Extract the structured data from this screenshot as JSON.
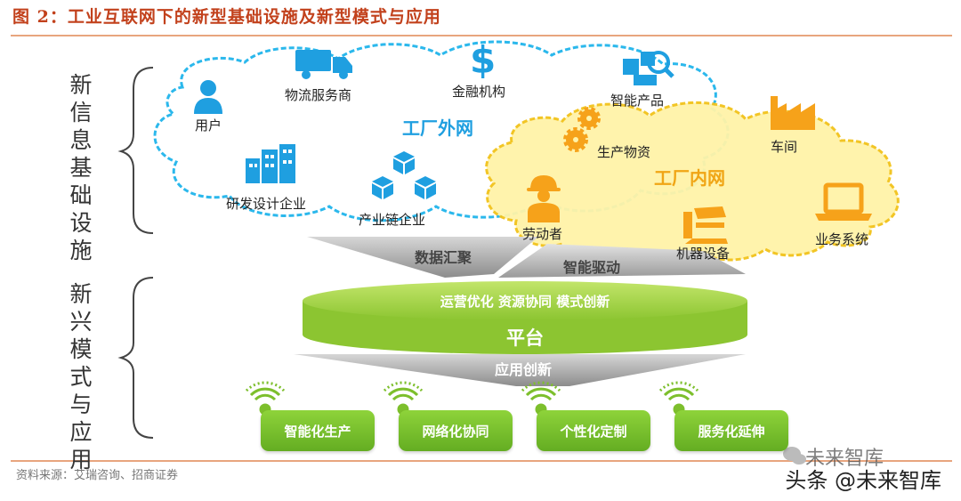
{
  "figure_title": "图 2：工业互联网下的新型基础设施及新型模式与应用",
  "side_labels": {
    "infrastructure": "新信息基础设施",
    "models": "新兴模式与应用"
  },
  "external_network": {
    "title": "工厂外网",
    "nodes": {
      "user": "用户",
      "logistics": "物流服务商",
      "finance": "金融机构",
      "smart_product": "智能产品",
      "rd_design": "研发设计企业",
      "supply_chain": "产业链企业"
    }
  },
  "internal_network": {
    "title": "工厂内网",
    "nodes": {
      "materials": "生产物资",
      "workshop": "车间",
      "worker": "劳动者",
      "machines": "机器设备",
      "business_system": "业务系统"
    }
  },
  "flows": {
    "aggregation": "数据汇聚",
    "drive": "智能驱动",
    "app_innovation": "应用创新"
  },
  "platform": {
    "top_text": "运营优化 资源协同 模式创新",
    "name": "平台"
  },
  "applications": [
    "智能化生产",
    "网络化协同",
    "个性化定制",
    "服务化延伸"
  ],
  "source": "资料来源：艾瑞咨询、招商证券",
  "watermark": {
    "small": "未来智库",
    "large": "头条 @未来智库"
  },
  "colors": {
    "title": "#c2411c",
    "external_cloud_border": "#2bb8ec",
    "external_text": "#1f9fe0",
    "internal_cloud_fill": "#fff3a8",
    "internal_cloud_border": "#f2c21a",
    "internal_text": "#f0a515",
    "platform_green": "#9bd13f",
    "app_green": "#78bd2b",
    "icon_blue": "#1f9fe0",
    "icon_orange": "#f6a21a"
  },
  "icons": {
    "user": "person-icon",
    "logistics": "truck-icon",
    "finance": "dollar-icon",
    "smart_product": "product-search-icon",
    "rd_design": "buildings-icon",
    "supply_chain": "cubes-icon",
    "materials": "gears-icon",
    "workshop": "factory-icon",
    "worker": "worker-icon",
    "machines": "machine-icon",
    "business_system": "laptop-icon",
    "applications": "signal-pin-icon"
  }
}
